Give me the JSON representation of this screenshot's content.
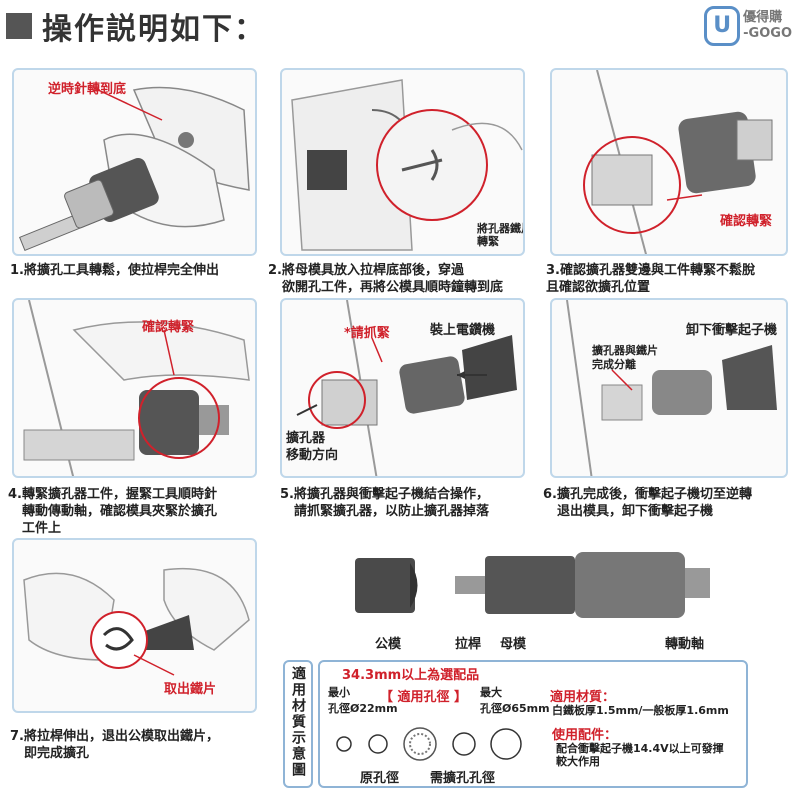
{
  "header": {
    "title": "操作説明如下：",
    "logo_mark": "U",
    "logo_line1": "優得購",
    "logo_line2": "-GOGO"
  },
  "steps": [
    {
      "caption_l1": "1.將擴孔工具轉鬆，使拉桿完全伸出",
      "caption_l2": "",
      "caption_l3": "",
      "callout": "逆時針轉到底"
    },
    {
      "caption_l1": "2.將母模具放入拉桿底部後，穿過",
      "caption_l2": "欲開孔工件，再將公模具順時鐘轉到底",
      "caption_l3": "",
      "note_l1": "將孔器鐵片",
      "note_l2": "轉緊"
    },
    {
      "caption_l1": "3.確認擴孔器雙邊與工件轉緊不鬆脫",
      "caption_l2": "且確認欲擴孔位置",
      "caption_l3": "",
      "callout": "確認轉緊"
    },
    {
      "caption_l1": "4.轉緊擴孔器工件，握緊工具順時針",
      "caption_l2": "轉動傳動軸，確認模具夾緊於擴孔",
      "caption_l3": "工件上",
      "callout": "確認轉緊"
    },
    {
      "caption_l1": "5.將擴孔器與衝擊起子機結合操作，",
      "caption_l2": "請抓緊擴孔器，以防止擴孔器掉落",
      "caption_l3": "",
      "callout": "*請抓緊",
      "label_drill": "裝上電鑽機",
      "label_move_l1": "擴孔器",
      "label_move_l2": "移動方向"
    },
    {
      "caption_l1": "6.擴孔完成後，衝擊起子機切至逆轉",
      "caption_l2": "退出模具，卸下衝擊起子機",
      "caption_l3": "",
      "label_remove": "卸下衝擊起子機",
      "label_sep_l1": "擴孔器與鐵片",
      "label_sep_l2": "完成分離"
    },
    {
      "caption_l1": "7.將拉桿伸出，退出公模取出鐵片，",
      "caption_l2": "即完成擴孔",
      "caption_l3": "",
      "callout": "取出鐵片"
    }
  ],
  "parts": {
    "male": "公模",
    "rod": "拉桿",
    "female": "母模",
    "shaft": "轉動軸"
  },
  "spec": {
    "side_label": "適用材質示意圖",
    "range_note": "34.3mm以上為選配品",
    "min_label": "最小",
    "max_label": "最大",
    "applicable_hole": "【 適用孔徑 】",
    "min_dia": "孔徑Ø22mm",
    "max_dia": "孔徑Ø65mm",
    "material_title": "適用材質：",
    "material_value": "白鐵板厚1.5mm/一般板厚1.6mm",
    "accessory_title": "使用配件：",
    "accessory_l1": "配合衝擊起子機14.4V以上可發揮",
    "accessory_l2": "較大作用",
    "orig_hole": "原孔徑",
    "need_hole": "需擴孔孔徑"
  },
  "colors": {
    "accent_red": "#d0212b",
    "panel_border": "#bfd7ea",
    "spec_border": "#8fb4d6"
  }
}
